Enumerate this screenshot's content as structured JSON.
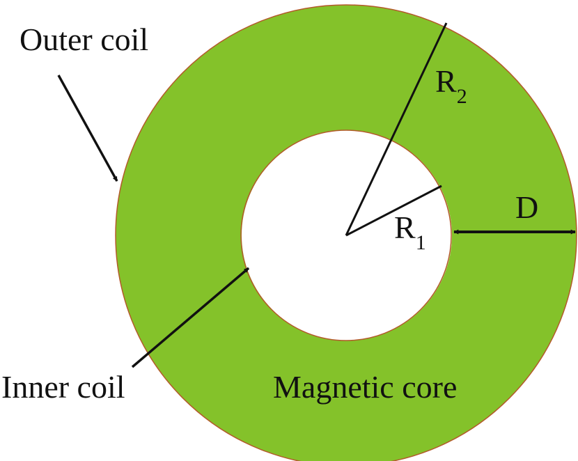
{
  "diagram": {
    "labels": {
      "outer_coil": "Outer coil",
      "inner_coil": "Inner coil",
      "magnetic_core": "Magnetic core",
      "r2_main": "R",
      "r2_sub": "2",
      "r1_main": "R",
      "r1_sub": "1",
      "d": "D"
    },
    "colors": {
      "core_fill": "#84c22a",
      "coil_stroke": "#b35a2a",
      "line": "#111111",
      "background": "#ffffff"
    }
  }
}
